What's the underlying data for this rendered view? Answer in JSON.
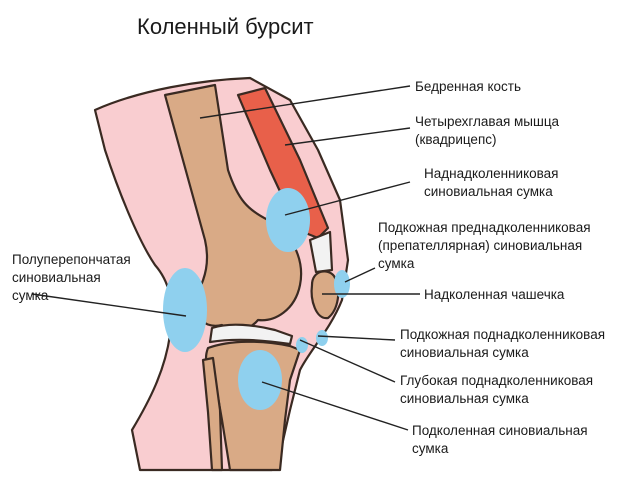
{
  "title": "Коленный бурсит",
  "labels": {
    "femur": "Бедренная кость",
    "quadriceps_1": "Четырехглавая мышца",
    "quadriceps_2": "(квадрицепс)",
    "suprapatellar_1": "Наднадколенниковая",
    "suprapatellar_2": "синовиальная сумка",
    "prepatellar_1": "Подкожная преднадколенниковая",
    "prepatellar_2": "(препателлярная) синовиальная",
    "prepatellar_3": "сумка",
    "patella": "Надколенная чашечка",
    "subcut_infrapatellar_1": "Подкожная поднадколенниковая",
    "subcut_infrapatellar_2": "синовиальная сумка",
    "deep_infrapatellar_1": "Глубокая поднадколенниковая",
    "deep_infrapatellar_2": "синовиальная сумка",
    "popliteal_1": "Подколенная синовиальная",
    "popliteal_2": "сумка",
    "semimembranosus_1": "Полуперепончатая",
    "semimembranosus_2": "синовиальная",
    "semimembranosus_3": "сумка"
  },
  "colors": {
    "skin": "#f9cdd0",
    "bone": "#d9aa86",
    "bursa": "#8fd0ee",
    "muscle": "#e8604a",
    "cartilage": "#f2f2f2",
    "outline": "#3a2a22"
  }
}
